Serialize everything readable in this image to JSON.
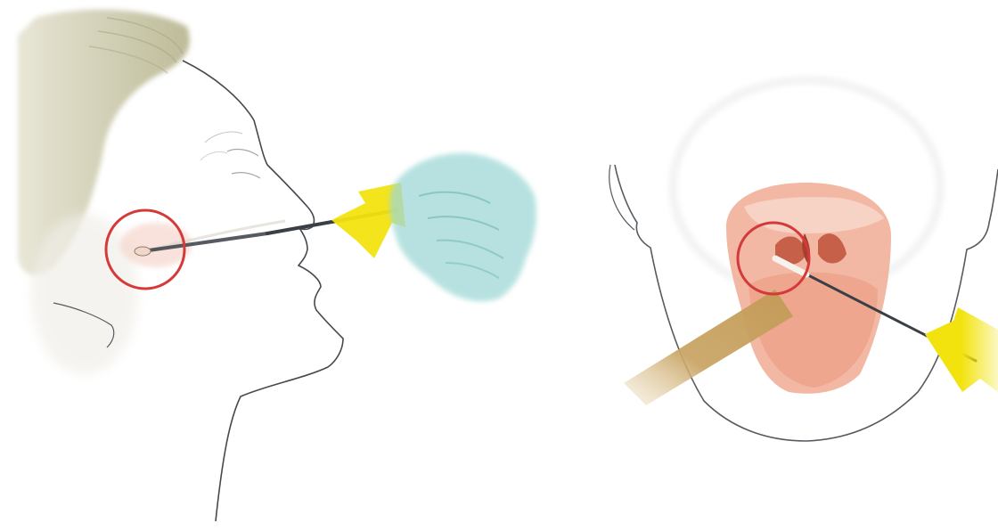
{
  "colors": {
    "background": "#ffffff",
    "outline": "#444a50",
    "hair": "#c9c7a8",
    "skin_shadow": "#e9e6e0",
    "cheek": "#f2c7b8",
    "target_circle": "#d43a3a",
    "swab_shaft": "#3a3f46",
    "swab_tip": "#f3d6c8",
    "glove": "#9fd8d6",
    "arrow_yellow": "#f2e30f",
    "mouth": "#f1b09a",
    "mouth_dark": "#c0503a",
    "tongue_depressor": "#c8a263"
  },
  "panels": [
    {
      "name": "nasopharyngeal-swab",
      "icons": [
        "face-profile",
        "swab",
        "gloved-hand",
        "arrow",
        "target-circle"
      ]
    },
    {
      "name": "oropharyngeal-swab",
      "icons": [
        "open-mouth-front",
        "tongue-depressor",
        "swab",
        "arrow",
        "target-circle"
      ]
    }
  ]
}
